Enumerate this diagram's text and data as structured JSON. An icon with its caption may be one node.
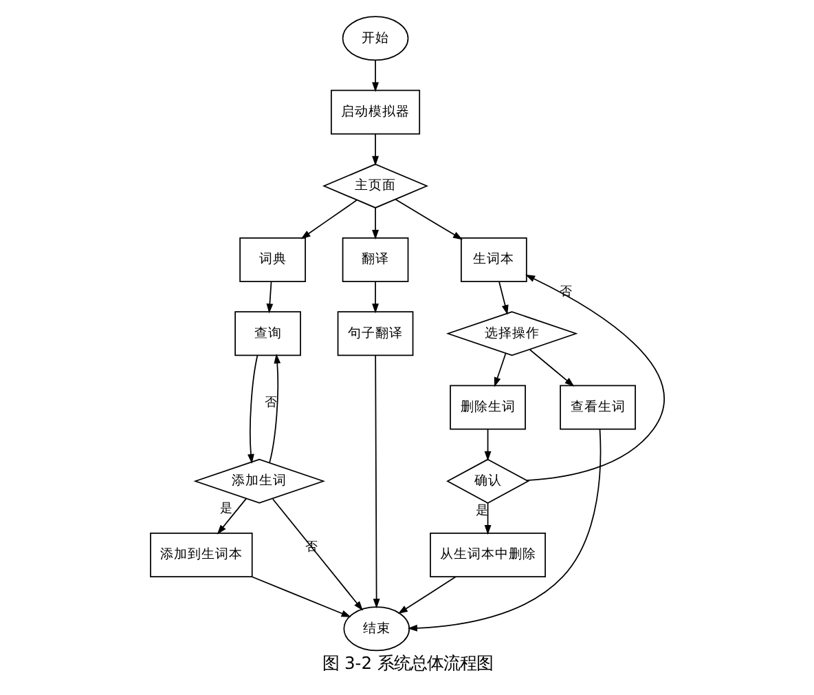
{
  "diagram": {
    "caption": "图 3-2 系统总体流程图",
    "nodes": [
      {
        "text": [
          "开始"
        ]
      },
      {
        "text": [
          "启动模拟器"
        ]
      },
      {
        "text": [
          "主页面"
        ]
      },
      {
        "text": [
          "词典"
        ]
      },
      {
        "text": [
          "翻译"
        ]
      },
      {
        "text": [
          "生词本"
        ]
      },
      {
        "text": [
          "查询"
        ]
      },
      {
        "text": [
          "添加生词"
        ]
      },
      {
        "text": [
          "添加到生词本"
        ]
      },
      {
        "text": [
          "句子翻译"
        ]
      },
      {
        "text": [
          "选择操作"
        ]
      },
      {
        "text": [
          "删除生词"
        ]
      },
      {
        "text": [
          "查看生词"
        ]
      },
      {
        "text": [
          "确认"
        ]
      },
      {
        "text": [
          "从生词本中删除"
        ]
      },
      {
        "text": [
          "结束"
        ]
      }
    ],
    "edges": [
      {
        "from": 0,
        "to": 1,
        "arrow": "to"
      },
      {
        "from": 1,
        "to": 2,
        "arrow": "to"
      },
      {
        "from": 2,
        "to": 3,
        "arrow": "to"
      },
      {
        "from": 2,
        "to": 4,
        "arrow": "to"
      },
      {
        "from": 2,
        "to": 5,
        "arrow": "to"
      },
      {
        "from": 3,
        "to": 6,
        "arrow": "to"
      },
      {
        "from": 6,
        "to": 7,
        "arrow": "to"
      },
      {
        "from": 7,
        "to": 6,
        "arrow": "to",
        "label": "否"
      },
      {
        "from": 7,
        "to": 8,
        "arrow": "to",
        "label": "是"
      },
      {
        "from": 7,
        "to": 15,
        "arrow": "to",
        "label": "否"
      },
      {
        "from": 4,
        "to": 9,
        "arrow": "to"
      },
      {
        "from": 5,
        "to": 10,
        "arrow": "to"
      },
      {
        "from": 10,
        "to": 11,
        "arrow": "to"
      },
      {
        "from": 10,
        "to": 12,
        "arrow": "to"
      },
      {
        "from": 11,
        "to": 13,
        "arrow": "to"
      },
      {
        "from": 13,
        "to": 5,
        "arrow": "to",
        "label": "否"
      },
      {
        "from": 13,
        "to": 14,
        "arrow": "to",
        "label": "是"
      },
      {
        "from": 8,
        "to": 15,
        "arrow": "to"
      },
      {
        "from": 9,
        "to": 15,
        "arrow": "to"
      },
      {
        "from": 14,
        "to": 15,
        "arrow": "to"
      },
      {
        "from": 12,
        "to": 15,
        "arrow": "to"
      }
    ]
  }
}
